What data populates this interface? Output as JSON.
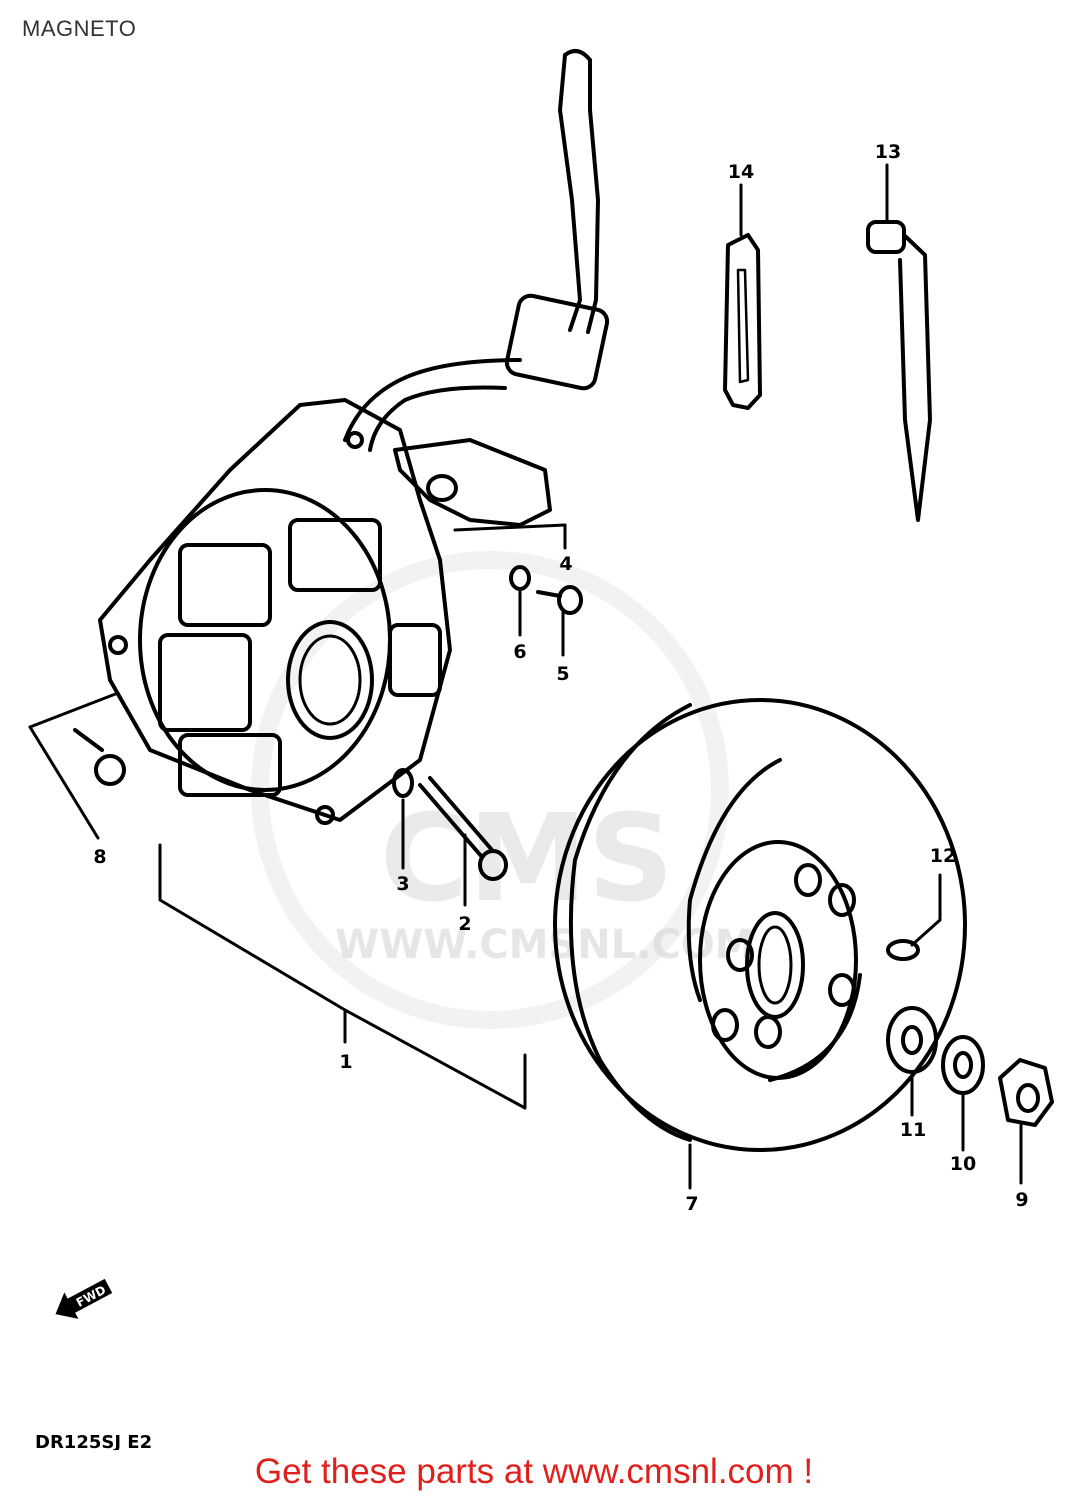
{
  "title": "MAGNETO",
  "model_code": "DR125SJ E2",
  "fwd_label": "FWD",
  "watermark": {
    "brand": "CMS",
    "url": "WWW.CMSNL.COM"
  },
  "footer_link": "Get these parts at www.cmsnl.com !",
  "callouts": [
    "1",
    "2",
    "3",
    "4",
    "5",
    "6",
    "7",
    "8",
    "9",
    "10",
    "11",
    "12",
    "13",
    "14"
  ]
}
